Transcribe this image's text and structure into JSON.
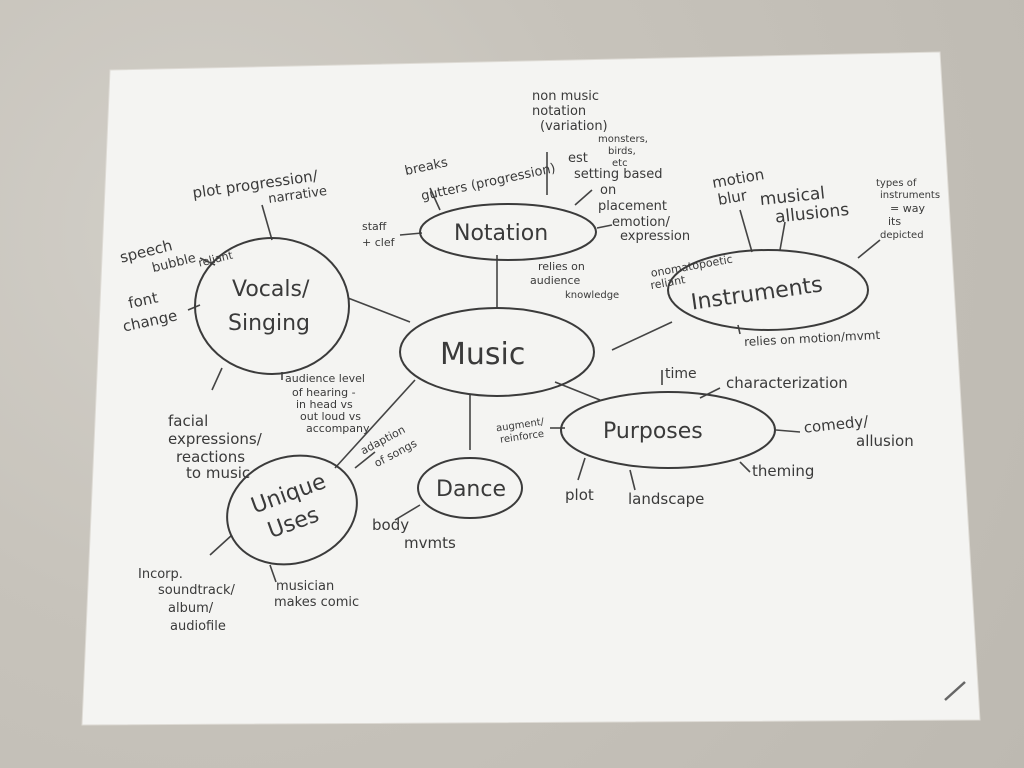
{
  "center": "Music",
  "nodes": {
    "notation": "Notation",
    "vocals": [
      "Vocals/",
      "Singing"
    ],
    "instruments": "Instruments",
    "purposes": "Purposes",
    "dance": "Dance",
    "unique": [
      "Unique",
      "Uses"
    ]
  },
  "notation_branches": {
    "breaks": [
      "breaks",
      "gutters (progression)"
    ],
    "non_music": [
      "non music",
      "notation",
      "(variation)",
      "monsters,",
      "birds,",
      "etc"
    ],
    "est_setting": [
      "est",
      "setting based",
      "on",
      "placement"
    ],
    "emotion": [
      "emotion/",
      "expression"
    ],
    "staff": [
      "staff",
      "+ clef"
    ],
    "audience": [
      "relies on",
      "audience",
      "knowledge"
    ]
  },
  "vocals_branches": {
    "plot": [
      "plot progression/",
      "narrative"
    ],
    "speech": [
      "speech",
      "bubble",
      "reliant"
    ],
    "font": [
      "font",
      "change"
    ],
    "facial": [
      "facial",
      "expressions/",
      "reactions",
      "to music"
    ],
    "audience_level": [
      "audience level",
      "of hearing -",
      "in head vs",
      "out loud vs",
      "accompany"
    ]
  },
  "instruments_branches": {
    "motion": [
      "motion",
      "blur"
    ],
    "allusions": [
      "musical",
      "allusions"
    ],
    "types": [
      "types of",
      "instruments",
      "= way",
      "its",
      "depicted"
    ],
    "onomato": [
      "onomatopoetic",
      "reliant"
    ],
    "relies": "relies on motion/mvmt"
  },
  "purposes_branches": {
    "time": "time",
    "characterization": "characterization",
    "comedy": [
      "comedy/",
      "allusion"
    ],
    "theming": "theming",
    "landscape": "landscape",
    "plot": "plot",
    "augment": [
      "augment/",
      "reinforce"
    ]
  },
  "dance_branches": {
    "body": [
      "body",
      "mvmts"
    ]
  },
  "unique_branches": {
    "adaption": [
      "adaption",
      "of songs"
    ],
    "incorp": [
      "Incorp.",
      "soundtrack/",
      "album/",
      "audiofile"
    ],
    "musician": [
      "musician",
      "makes comic"
    ]
  }
}
